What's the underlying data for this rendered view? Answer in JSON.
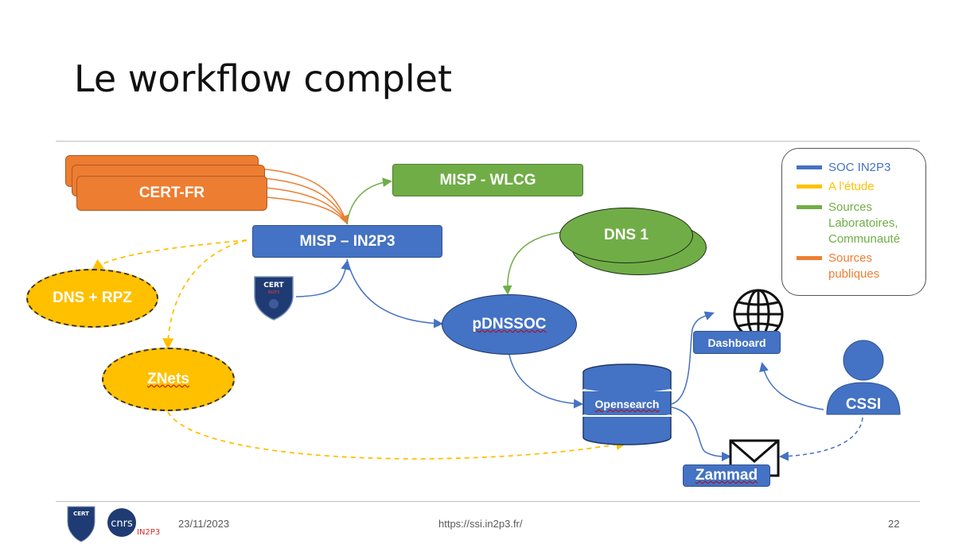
{
  "slide": {
    "title": "Le workflow complet"
  },
  "nodes": {
    "cert_fr": "CERT-FR",
    "misp_wlcg": "MISP - WLCG",
    "misp_in2p3": "MISP – IN2P3",
    "dns1": "DNS 1",
    "dns_rpz": "DNS + RPZ",
    "znets": "ZNets",
    "pdnssoc": "pDNSSOC",
    "opensearch": "Opensearch",
    "dashboard": "Dashboard",
    "cssi": "CSSI",
    "zammad": "Zammad"
  },
  "legend": [
    {
      "label": "SOC IN2P3",
      "color": "#4472c4"
    },
    {
      "label": "A l’étude",
      "color": "#ffc000"
    },
    {
      "label": "Sources Laboratoires, Communauté",
      "color": "#70ad47"
    },
    {
      "label": "Sources publiques",
      "color": "#ed7d31"
    }
  ],
  "footer": {
    "date": "23/11/2023",
    "url": "https://ssi.in2p3.fr/",
    "page": "22",
    "logo_cert_text": "CERT",
    "logo_cnrs_text": "cnrs",
    "logo_in2p3_text": "IN2P3"
  },
  "colors": {
    "orange": "#ed7d31",
    "green": "#70ad47",
    "blue": "#4472c4",
    "yellow": "#ffc000"
  }
}
